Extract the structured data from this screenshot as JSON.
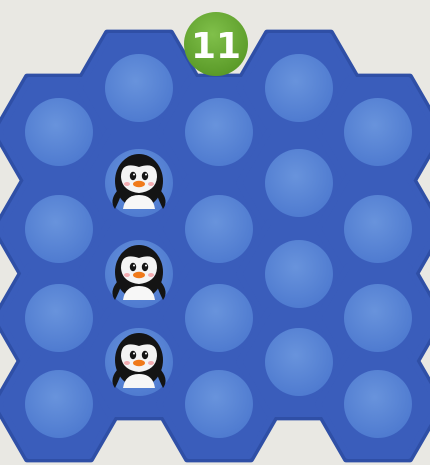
{
  "puzzle": {
    "level_number": "11",
    "board_color": "#3a5dbb",
    "board_edge_color": "#2f4fa6",
    "hole_color": "#5a86d6",
    "badge_color": "#6bab32"
  },
  "holes": [
    {
      "col": 0,
      "row": 0,
      "has_penguin": false
    },
    {
      "col": 0,
      "row": 1,
      "has_penguin": false
    },
    {
      "col": 0,
      "row": 2,
      "has_penguin": false
    },
    {
      "col": 0,
      "row": 3,
      "has_penguin": false
    },
    {
      "col": 1,
      "row": 0,
      "has_penguin": false
    },
    {
      "col": 1,
      "row": 1,
      "has_penguin": true
    },
    {
      "col": 1,
      "row": 2,
      "has_penguin": true
    },
    {
      "col": 1,
      "row": 3,
      "has_penguin": true
    },
    {
      "col": 2,
      "row": 0,
      "has_penguin": false
    },
    {
      "col": 2,
      "row": 1,
      "has_penguin": false
    },
    {
      "col": 2,
      "row": 2,
      "has_penguin": false
    },
    {
      "col": 2,
      "row": 3,
      "has_penguin": false
    },
    {
      "col": 3,
      "row": 0,
      "has_penguin": false
    },
    {
      "col": 3,
      "row": 1,
      "has_penguin": false
    },
    {
      "col": 3,
      "row": 2,
      "has_penguin": false
    },
    {
      "col": 3,
      "row": 3,
      "has_penguin": false
    },
    {
      "col": 4,
      "row": 0,
      "has_penguin": false
    },
    {
      "col": 4,
      "row": 1,
      "has_penguin": false
    },
    {
      "col": 4,
      "row": 2,
      "has_penguin": false
    },
    {
      "col": 4,
      "row": 3,
      "has_penguin": false
    }
  ]
}
